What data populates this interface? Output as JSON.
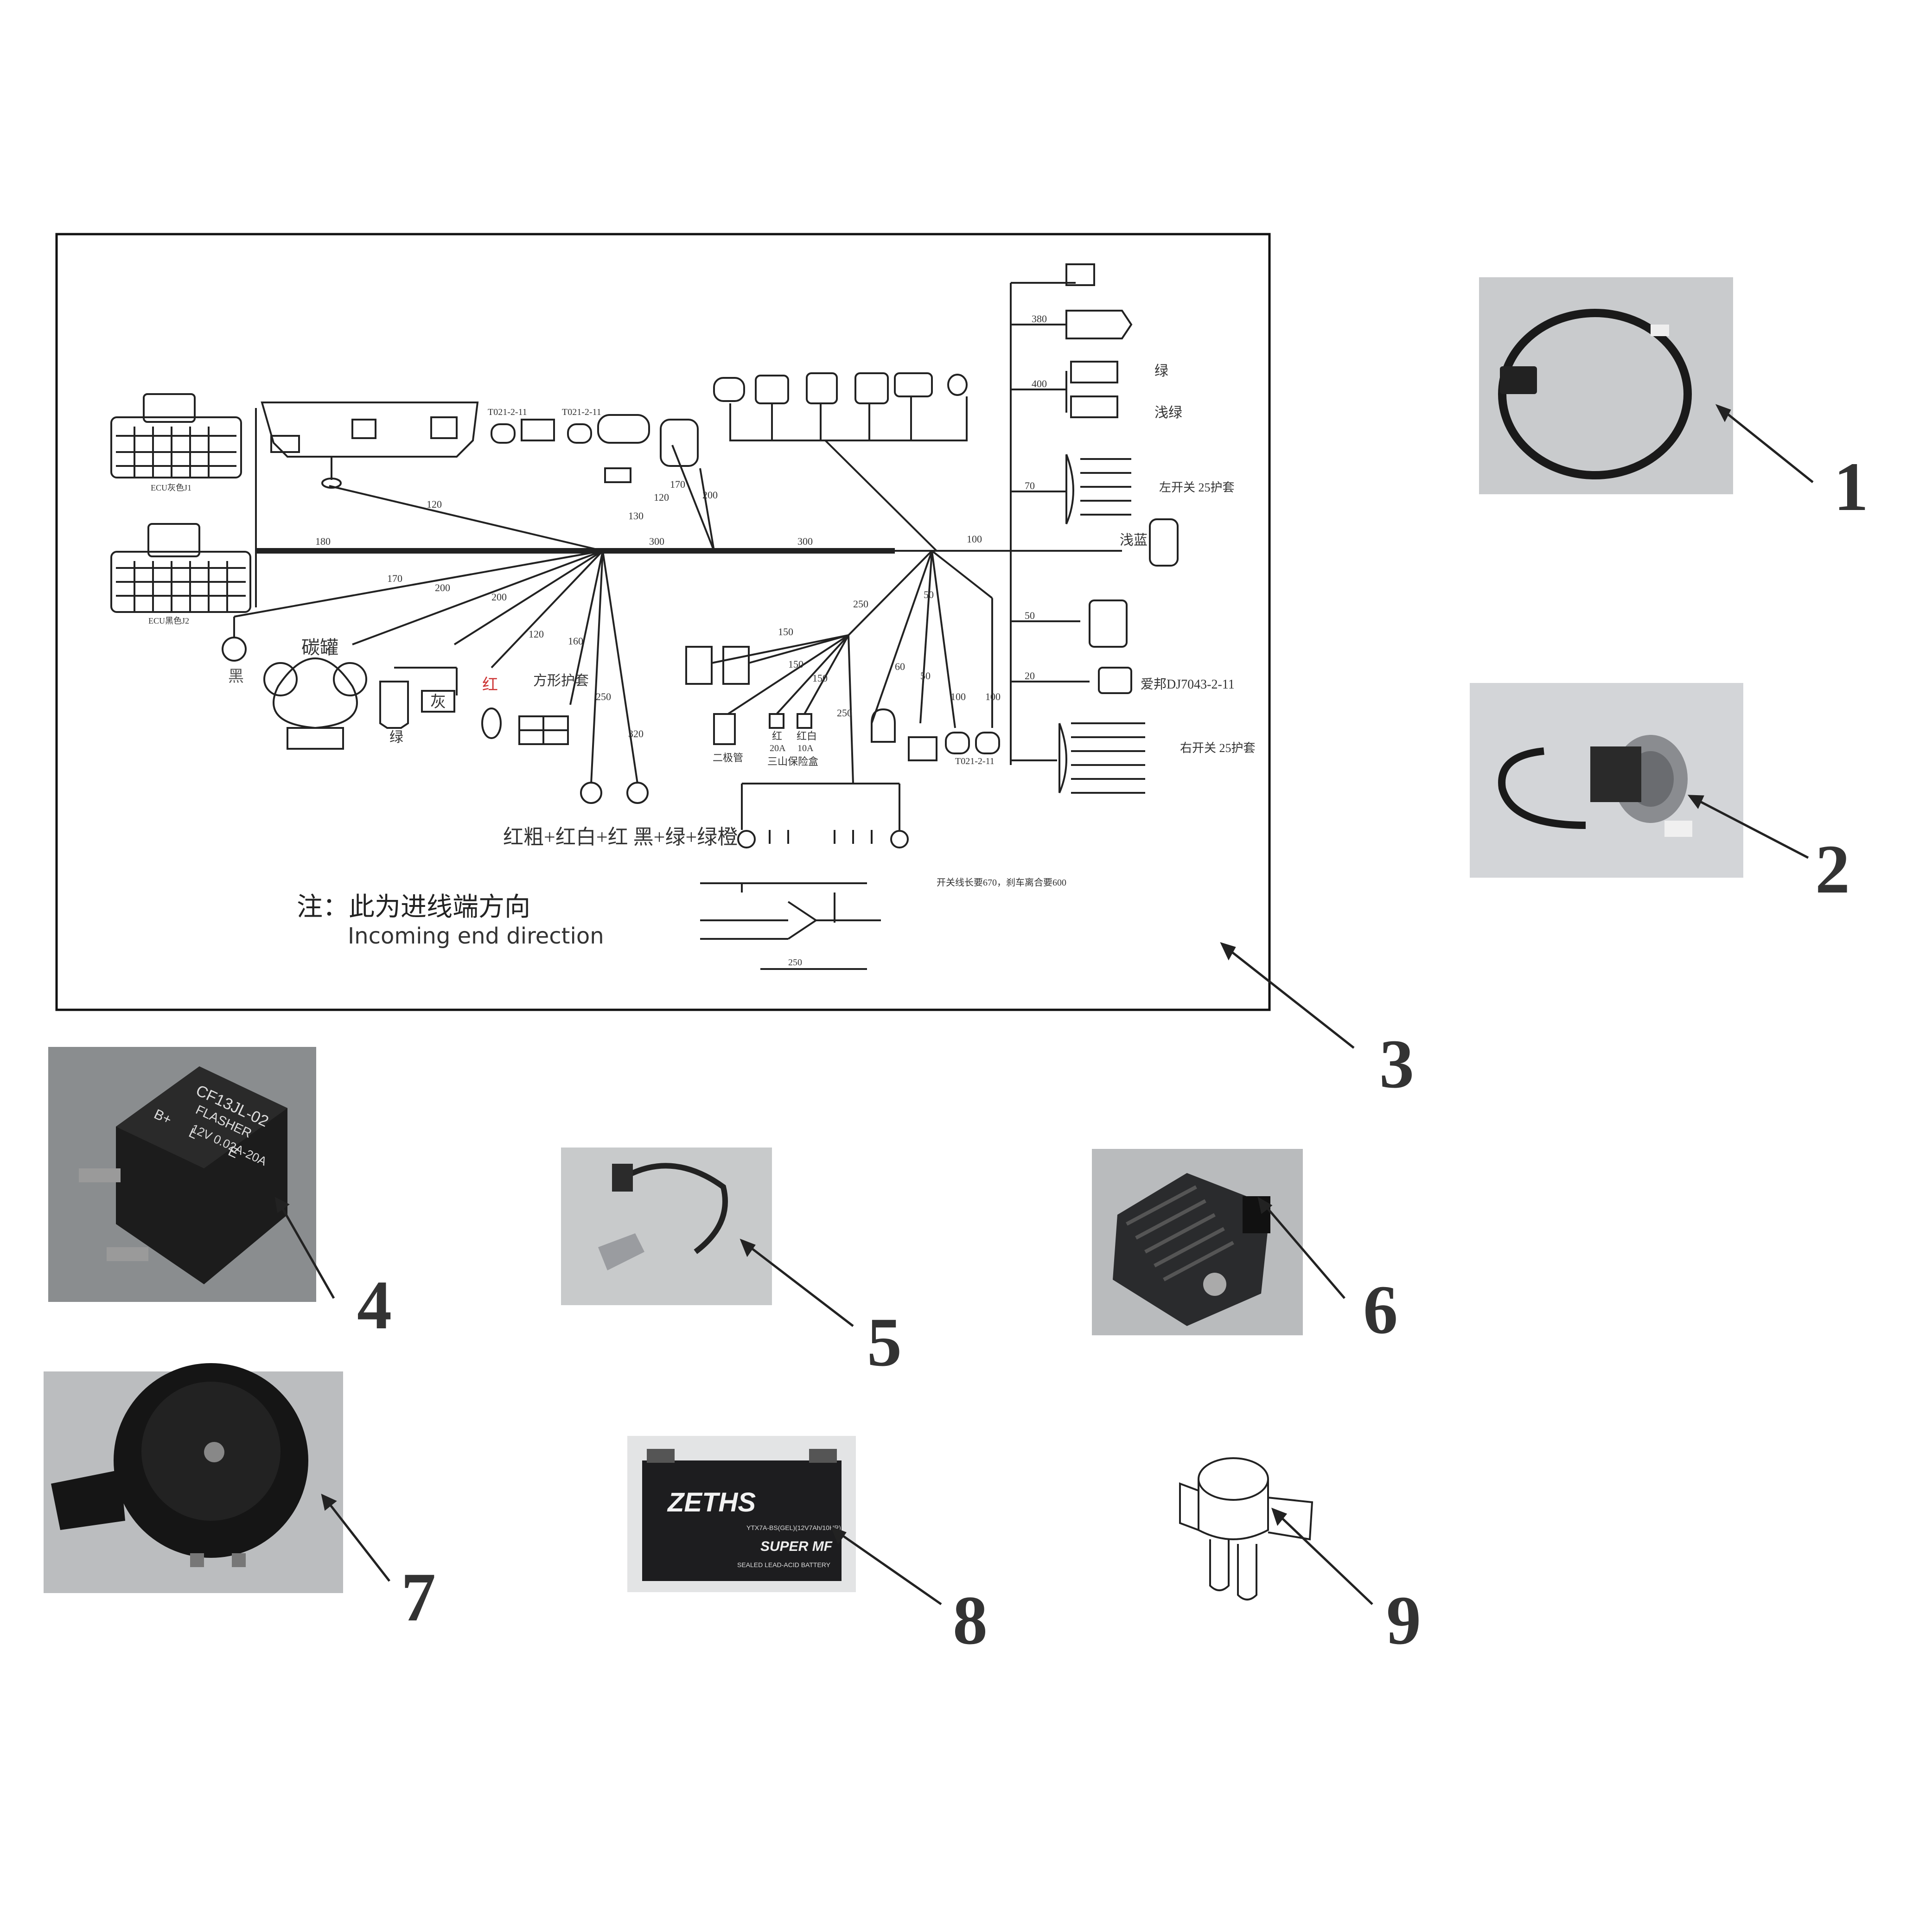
{
  "diagram": {
    "note_cn": "注：此为进线端方向",
    "note_en": "Incoming end direction",
    "ecu_j1_label": "ECU灰色J1",
    "ecu_j2_label": "ECU黑色J2",
    "tr_labels": [
      "T021-2-11",
      "T021-2-11",
      "T021-2-11"
    ],
    "wire_bottom_label": "红粗+红白+红 黑+绿+绿橙",
    "canister_label": "碳罐",
    "square_sheath_label": "方形护套",
    "left_switch_label": "左开关 25护套",
    "right_switch_label": "右开关 25护套",
    "aibang_label": "爱邦DJ7043-2-11",
    "diode_label": "二极管",
    "fuse_box_label": "三山保险盒",
    "fuse_red": "红",
    "fuse_red_amp": "20A",
    "fuse_redwhite": "红白",
    "fuse_redwhite_amp": "10A",
    "color_green": "绿",
    "color_lightgreen": "浅绿",
    "color_lightblue": "浅蓝",
    "color_gray": "灰",
    "color_black": "黑",
    "color_red": "红",
    "length_note": "开关线长要670，刹车离合要600",
    "lengths": [
      "380",
      "400",
      "70",
      "100",
      "50",
      "20",
      "180",
      "300",
      "300",
      "120",
      "130",
      "120",
      "170",
      "200",
      "170",
      "200",
      "200",
      "120",
      "160",
      "250",
      "320",
      "250",
      "150",
      "150",
      "150",
      "250",
      "60",
      "50",
      "50",
      "100",
      "100"
    ],
    "bottom_scale": "250"
  },
  "callouts": [
    "1",
    "2",
    "3",
    "4",
    "5",
    "6",
    "7",
    "8",
    "9"
  ],
  "parts": {
    "flasher_text": [
      "CF13JL-02",
      "FLASHER",
      "12V 0.02A-20A",
      "B+",
      "L",
      "E"
    ],
    "battery_brand": "ZETHS",
    "battery_model": "YTX7A-BS(GEL)(12V7Ah/10HR)",
    "battery_sub": "SUPER MF",
    "battery_type": "SEALED LEAD-ACID BATTERY"
  }
}
